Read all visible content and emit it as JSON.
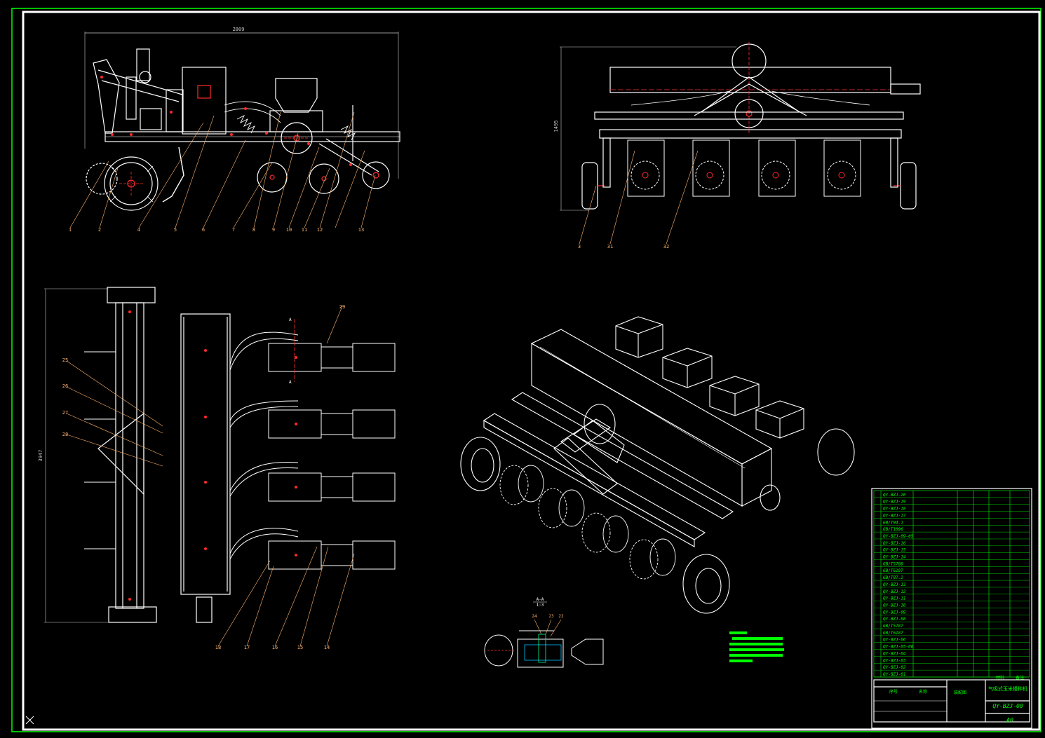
{
  "colors": {
    "background": "#000000",
    "line": "#ffffff",
    "accent_red": "#ff2a2a",
    "leader": "#ffb46e",
    "frame": "#ffffff",
    "inner_frame": "#00ff00",
    "table_text": "#00ff00"
  },
  "side_view": {
    "overall_dim": "2809",
    "balloons": [
      "1",
      "2",
      "4",
      "5",
      "6",
      "7",
      "8",
      "9",
      "10",
      "11",
      "12",
      "13"
    ]
  },
  "front_view": {
    "height_dim": "1495",
    "balloons": [
      "3",
      "31",
      "32"
    ]
  },
  "top_view": {
    "width_dim": "3947",
    "section_mark": "A",
    "balloons_left": [
      "25",
      "26",
      "27",
      "28"
    ],
    "balloons_top": [
      "29"
    ],
    "balloons_bottom": [
      "18",
      "17",
      "16",
      "15",
      "14"
    ]
  },
  "section_view": {
    "title": "A-A",
    "scale": "1:3",
    "balloons": [
      "24",
      "23",
      "22"
    ]
  },
  "title_block": {
    "drawing_name": "气吸式玉米播种机",
    "drawing_number": "QY-BZJ-00",
    "sheet_size": "A0",
    "assembly_label": "装配图",
    "header_seq": "序号",
    "header_name": "名称",
    "header_material": "材料",
    "header_note": "备注",
    "parts": [
      "QY-BZJ-20",
      "QY-BZJ-19",
      "QY-BZJ-18",
      "QY-BZJ-17",
      "GB/T94.1",
      "GB/T1096",
      "QY-BZJ-09-05",
      "QY-BZJ-16",
      "QY-BZJ-15",
      "QY-BZJ-14",
      "GB/T5780",
      "GB/T6187",
      "GB/T97.2",
      "QY-BZJ-13",
      "QY-BZJ-12",
      "QY-BZJ-11",
      "QY-BZJ-10",
      "QY-BZJ-09",
      "QY-BZJ-08",
      "GB/T5787",
      "GB/T6187",
      "QY-BZJ-06",
      "QY-BZJ-05-00",
      "QY-BZJ-04",
      "QY-BZJ-03",
      "QY-BZJ-02",
      "QY-BZJ-01"
    ]
  }
}
